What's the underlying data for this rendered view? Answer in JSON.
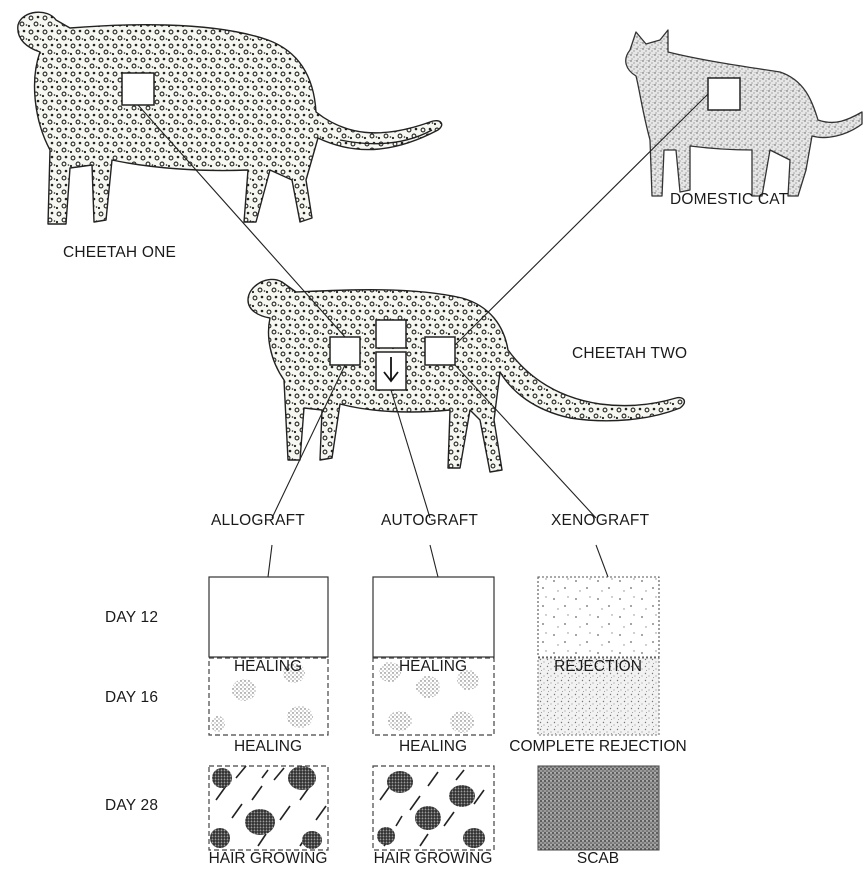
{
  "animals": {
    "cheetah_one": "CHEETAH ONE",
    "domestic_cat": "DOMESTIC CAT",
    "cheetah_two": "CHEETAH TWO"
  },
  "grafts": {
    "allograft": "ALLOGRAFT",
    "autograft": "AUTOGRAFT",
    "xenograft": "XENOGRAFT"
  },
  "days": [
    "DAY 12",
    "DAY 16",
    "DAY 28"
  ],
  "outcomes": {
    "allograft": [
      "HEALING",
      "HEALING",
      "HAIR GROWING"
    ],
    "autograft": [
      "HEALING",
      "HEALING",
      "HAIR GROWING"
    ],
    "xenograft": [
      "REJECTION",
      "COMPLETE REJECTION",
      "SCAB"
    ]
  }
}
